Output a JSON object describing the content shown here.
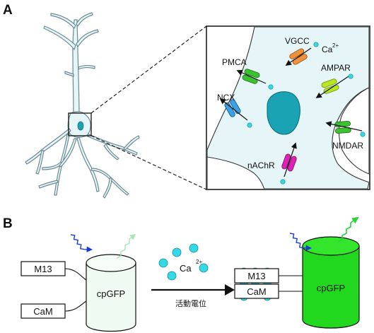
{
  "panels": {
    "a": "A",
    "b": "B"
  },
  "channels": {
    "vgcc": "VGCC",
    "ca_ion": "Ca",
    "ca_charge": "2+",
    "pmca": "PMCA",
    "ampar": "AMPAR",
    "ncx": "NCX",
    "nmdar": "NMDAR",
    "nachr": "nAChR"
  },
  "sensor": {
    "m13": "M13",
    "cam": "CaM",
    "cpgfp": "cpGFP",
    "ca_ion": "Ca",
    "ca_charge": "2+",
    "activity_caption": "活動電位"
  },
  "colors": {
    "cell_fill": "#e6f6f8",
    "nucleus": "#1aa3b3",
    "calcium": "#33d9e6",
    "vgcc": "#f2913a",
    "pmca": "#3cc22e",
    "ampar": "#b9e81f",
    "ncx": "#3aa0e8",
    "nmdar": "#3cc22e",
    "nachr": "#e020b8",
    "gfp_bright": "#22d81e",
    "gfp_dim": "#eefaf2",
    "excitation_arrow": "#1a3ad8",
    "emission_arrow": "#2fd03a"
  }
}
